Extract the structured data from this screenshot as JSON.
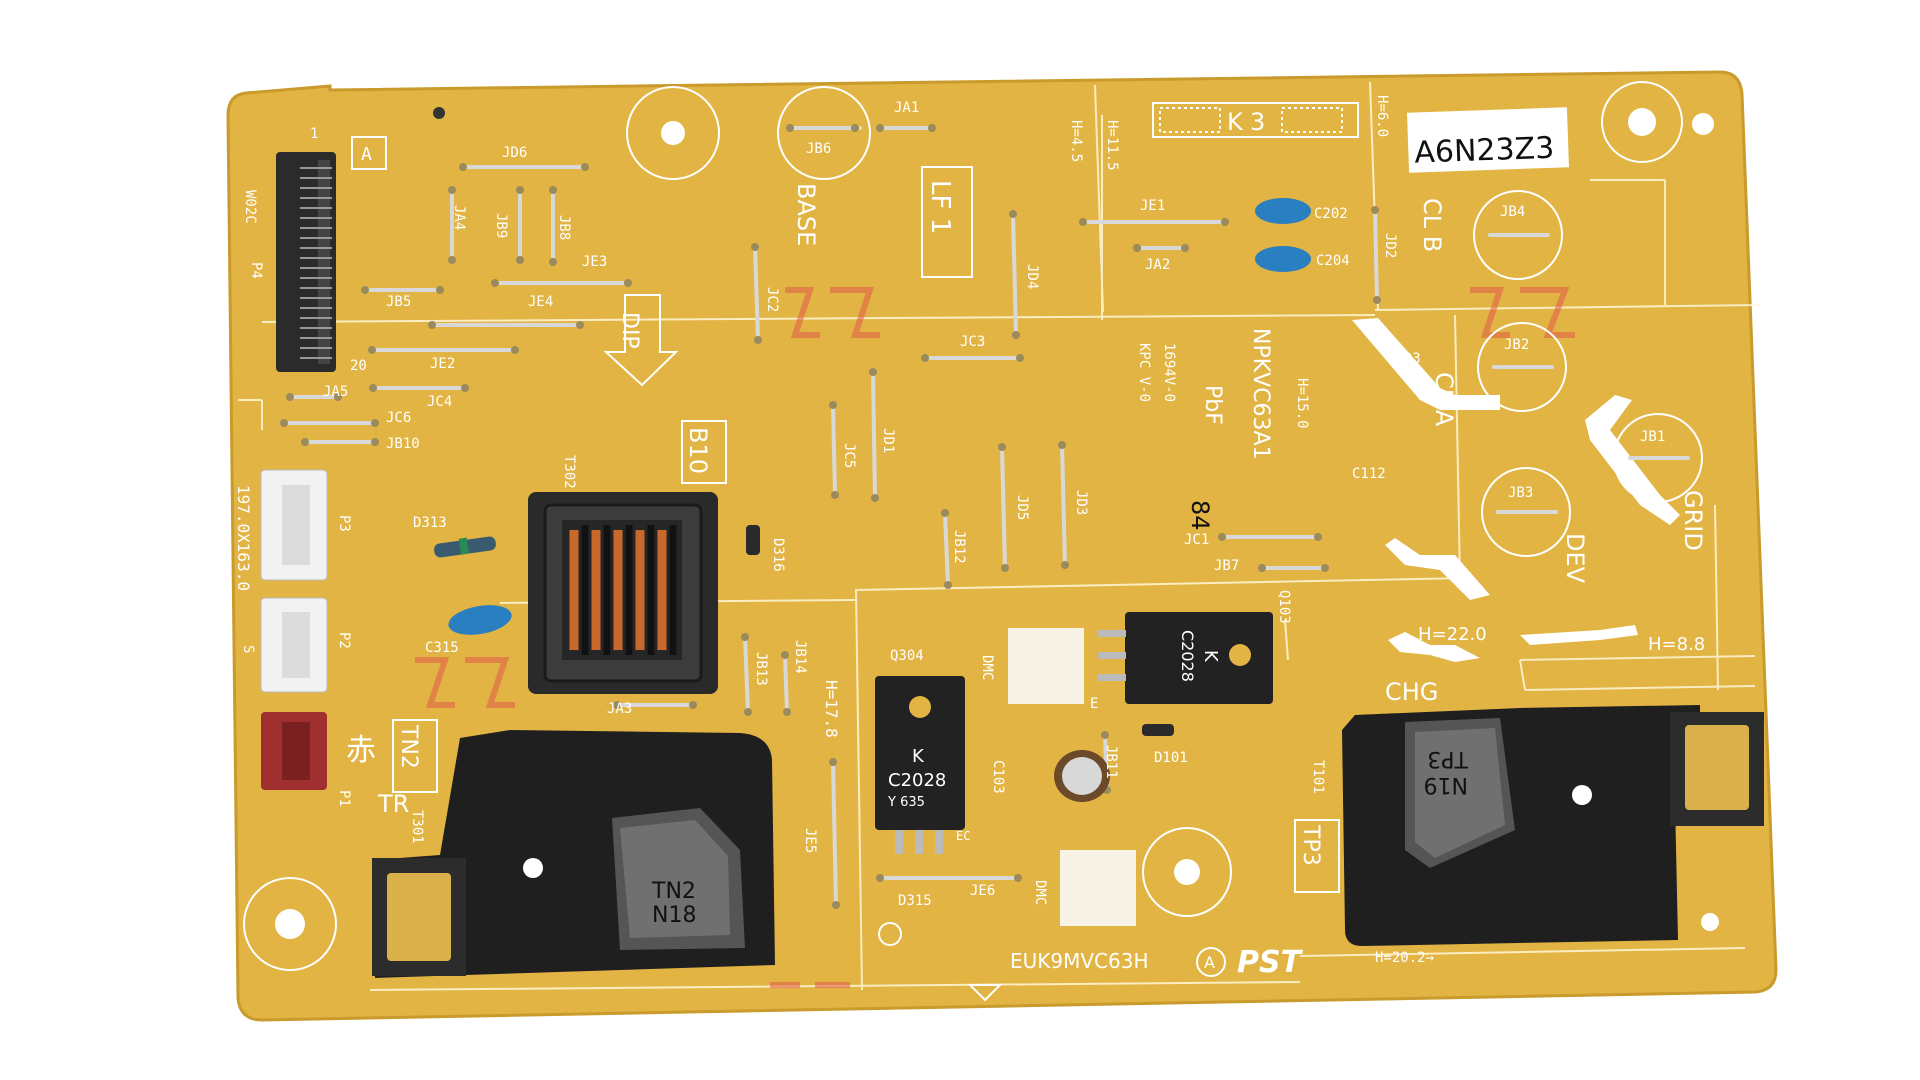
{
  "colors": {
    "board": "#e2b443",
    "board_edge": "#c99a2c",
    "silk": "#ffffff",
    "transformer": "#1c1c1c",
    "copper": "#c8682a",
    "capacitor_blue": "#2a7fc1",
    "connector_white": "#f2f2f2",
    "connector_red": "#a03030",
    "pad_gold": "#d9b04a",
    "watermark": "#e05a4a"
  },
  "sticker": {
    "text": "A6N23Z3"
  },
  "marking_box": {
    "letter": "K",
    "digit": "3"
  },
  "labels": {
    "w02c": "W02C",
    "p4": "P4",
    "pin1": "1",
    "pin20": "20",
    "a_box": "A",
    "jd6": "JD6",
    "ja4": "JA4",
    "jb9": "JB9",
    "jb8": "JB8",
    "je3": "JE3",
    "jb5": "JB5",
    "je4": "JE4",
    "je2": "JE2",
    "ja5": "JA5",
    "jc4": "JC4",
    "jc6": "JC6",
    "jb10": "JB10",
    "dip": "DIP",
    "ja1": "JA1",
    "jb6": "JB6",
    "base": "BASE",
    "lf1": "LF 1",
    "jc2": "JC2",
    "jd4": "JD4",
    "jc3": "JC3",
    "jd1": "JD1",
    "jc5": "JC5",
    "b10": "B10",
    "t302": "T302",
    "d313": "D313",
    "d316": "D316",
    "c315": "C315",
    "jb13": "JB13",
    "jb14": "JB14",
    "ja3": "JA3",
    "jb12": "JB12",
    "jd5": "JD5",
    "jd3": "JD3",
    "h45": "H=4.5",
    "h115": "H=11.5",
    "je1": "JE1",
    "ja2": "JA2",
    "c202": "C202",
    "c204": "C204",
    "h60": "H=6.0",
    "jd2": "JD2",
    "clb": "CL B",
    "jb4": "JB4",
    "c203": "C203",
    "cla": "CL A",
    "jb2": "JB2",
    "npkvc": "NPKVC63A1",
    "pbf": "PbF",
    "h150": "H=15.0",
    "v1694": "1694V-0",
    "kpc": "KPC V-0",
    "c112": "C112",
    "jb1": "JB1",
    "grid": "GRID",
    "jb3": "JB3",
    "dev": "DEV",
    "jc1": "JC1",
    "jb7": "JB7",
    "q103": "Q103",
    "h220": "H=22.0",
    "h88": "H=8.8",
    "chg": "CHG",
    "t101": "T101",
    "p3": "P3",
    "p2": "P2",
    "p1": "P1",
    "dims": "197.0X163.0",
    "s_mark": "S",
    "red_glyph": "赤",
    "tn2_box": "TN2",
    "tr": "TR",
    "t301": "T301",
    "q304": "Q304",
    "dmc": "DMC",
    "h178": "H=17.8",
    "je5": "JE5",
    "c103": "C103",
    "jb11": "JB11",
    "d101": "D101",
    "d315": "D315",
    "je6": "JE6",
    "euk": "EUK9MVC63H",
    "a_circle": "A",
    "pst": "PST",
    "tp3_box": "TP3",
    "h202": "H=20.2→",
    "e_mark": "E",
    "ec_mark": "EC"
  },
  "components": {
    "tn2_text": "TN2",
    "n18_text": "N18",
    "tp3_text": "TP3",
    "n19_text": "N19",
    "q304_k": "K",
    "q304_part": "C2028",
    "q304_code": "Y    635",
    "q103_k": "K",
    "q103_part": "C2028",
    "b84": "84"
  }
}
